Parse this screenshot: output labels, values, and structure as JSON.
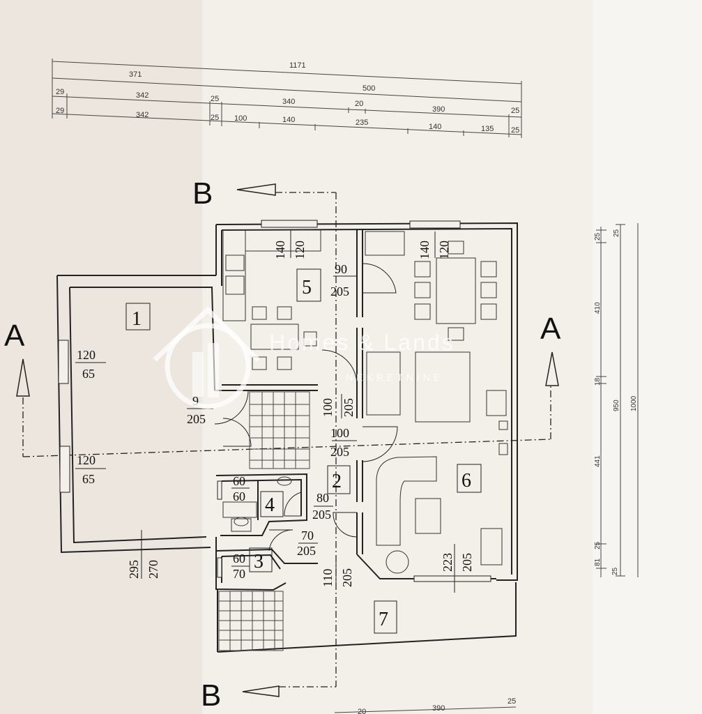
{
  "plan": {
    "dims_top": {
      "row1": {
        "total": "1171"
      },
      "row2": {
        "a": "371",
        "b": "500"
      },
      "row3": {
        "a": "29",
        "b": "342",
        "c": "25",
        "d": "340",
        "e": "20",
        "f": "390",
        "g": "25"
      },
      "row4": {
        "a": "29",
        "b": "342",
        "c": "25",
        "d": "100",
        "e": "140",
        "f": "235",
        "g": "140",
        "h": "135",
        "i": "25"
      }
    },
    "dims_right": {
      "a": "25",
      "b": "410",
      "c": "18",
      "d": "441",
      "e": "25",
      "f": "81",
      "g": "25",
      "h": "25",
      "i": "950",
      "j": "1000"
    },
    "dims_bottom": {
      "a": "20",
      "b": "390",
      "c": "25"
    },
    "sections": {
      "a": "A",
      "b": "B"
    },
    "rooms": {
      "r1": "1",
      "r2": "2",
      "r3": "3",
      "r4": "4",
      "r5": "5",
      "r6": "6",
      "r7": "7"
    },
    "openings": {
      "w_kitchen_top": "140",
      "w_kitchen_bot": "120",
      "w_dining_top": "140",
      "w_dining_bot": "120",
      "d_kitchen_top": "90",
      "d_kitchen_bot": "205",
      "w_garage1_top": "120",
      "w_garage1_bot": "65",
      "w_garage2_top": "120",
      "w_garage2_bot": "65",
      "d_garage_top": "9",
      "d_garage_bot": "205",
      "d_hall1_top": "100",
      "d_hall1_bot": "205",
      "d_hall2_top": "100",
      "d_hall2_bot": "205",
      "w_bath_top": "60",
      "w_bath_bot": "60",
      "d_bath_top": "80",
      "d_bath_bot": "205",
      "d_wc_top": "70",
      "d_wc_bot": "205",
      "w_wc_top": "60",
      "w_wc_bot": "70",
      "d_garage_bottom_top": "295",
      "d_garage_bottom_bot": "270",
      "d_entry_top": "110",
      "d_entry_bot": "205",
      "d_living_top": "223",
      "d_living_bot": "205"
    },
    "watermark": {
      "brand": "Homes & Lands",
      "sub": "NEKRETNINE"
    }
  }
}
